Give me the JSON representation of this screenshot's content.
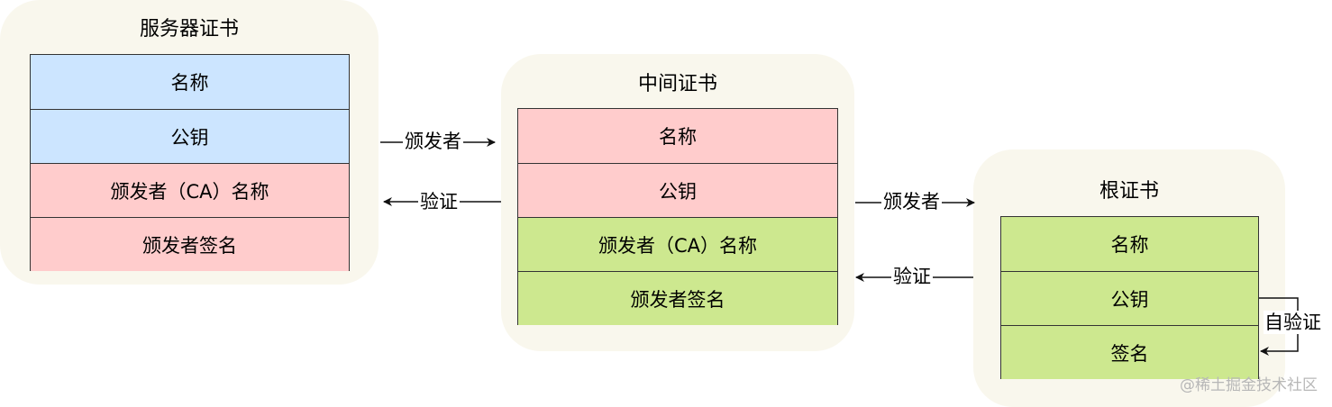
{
  "server_cert": {
    "title": "服务器证书",
    "rows": [
      "名称",
      "公钥",
      "颁发者（CA）名称",
      "颁发者签名"
    ]
  },
  "intermediate_cert": {
    "title": "中间证书",
    "rows": [
      "名称",
      "公钥",
      "颁发者（CA）名称",
      "颁发者签名"
    ]
  },
  "root_cert": {
    "title": "根证书",
    "rows": [
      "名称",
      "公钥",
      "签名"
    ]
  },
  "edges": {
    "issuer_1": "颁发者",
    "verify_1": "验证",
    "issuer_2": "颁发者",
    "verify_2": "验证",
    "self_verify": "自验证"
  },
  "watermark": "@稀土掘金技术社区",
  "colors": {
    "panel_bg": "#f9f7ed",
    "blue_fill": "#cce5ff",
    "red_fill": "#ffcccc",
    "green_fill": "#cde88f",
    "stroke": "#333333"
  }
}
